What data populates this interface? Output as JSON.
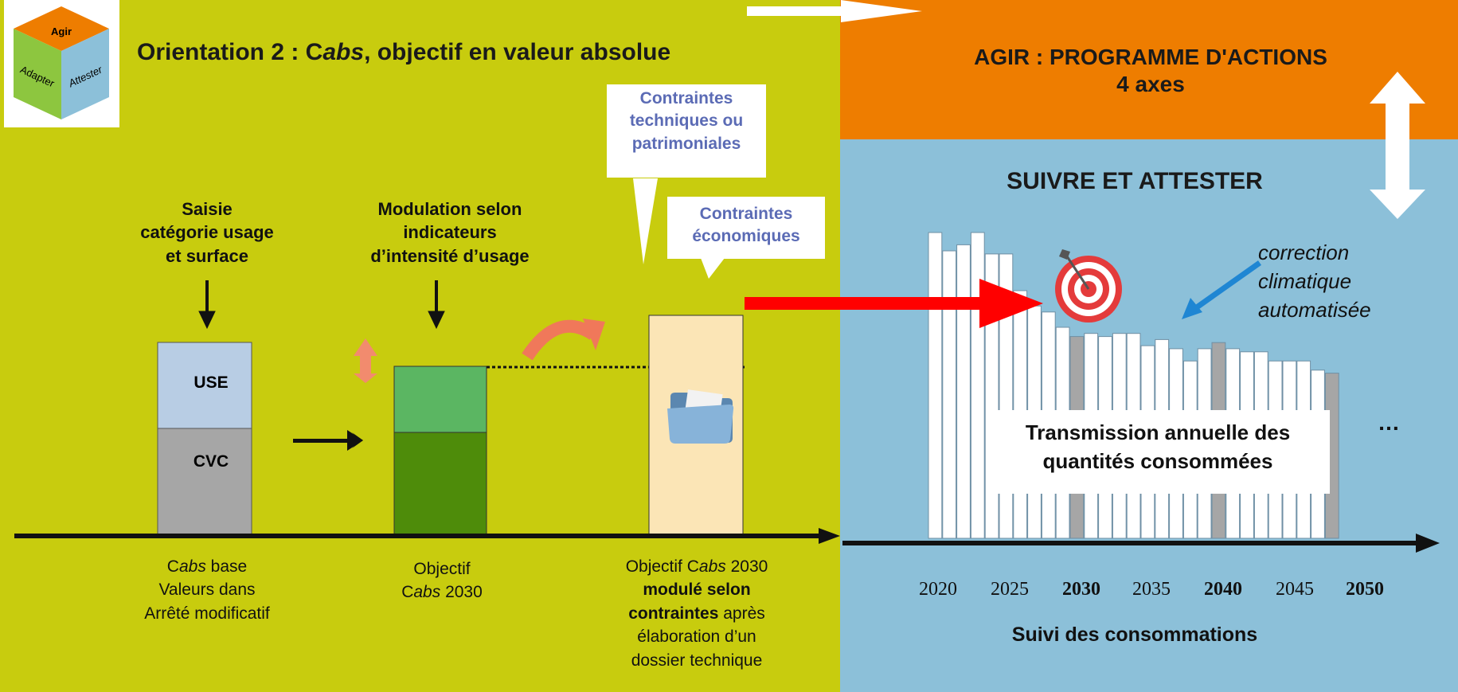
{
  "logo": {
    "top": "Agir",
    "left": "Adapter",
    "right": "Attester"
  },
  "title": "Orientation 2 : Cabs, objectif en valeur absolue",
  "title_parts": {
    "pre": "Orientation 2 : C",
    "ital": "abs",
    "post": ", objectif en valeur absolue"
  },
  "agir": {
    "line1": "AGIR : PROGRAMME D'ACTIONS",
    "line2": "4 axes"
  },
  "suivre": "SUIVRE ET ATTESTER",
  "step1": {
    "head": [
      "Saisie",
      "catégorie usage",
      "et surface"
    ],
    "use_label": "USE",
    "cvc_label": "CVC"
  },
  "step2": {
    "head": [
      "Modulation selon",
      "indicateurs",
      "d’intensité d’usage"
    ]
  },
  "bubbles": {
    "tech": [
      "Contraintes",
      "techniques ou",
      "patrimoniales"
    ],
    "eco": [
      "Contraintes",
      "économiques"
    ]
  },
  "captions": {
    "c1": {
      "l1_pre": "C",
      "l1_ital": "abs",
      "l1_post": " base",
      "l2": "Valeurs dans",
      "l3": "Arrêté modificatif"
    },
    "c2": {
      "l1": "Objectif",
      "l2_pre": "C",
      "l2_ital": "abs",
      "l2_post": " 2030"
    },
    "c3": {
      "l1_pre": "Objectif C",
      "l1_ital": "abs",
      "l1_post": " 2030",
      "l2": "modulé selon",
      "l3_bold": "contraintes",
      "l3_rest": " après",
      "l4": "élaboration d’un",
      "l5": "dossier technique"
    }
  },
  "correction": [
    "correction",
    "climatique",
    "automatisée"
  ],
  "transmission": [
    "Transmission annuelle des",
    "quantités consommées"
  ],
  "ellipsis": "…",
  "years": [
    "2020",
    "2025",
    "2030",
    "2035",
    "2040",
    "2045",
    "2050"
  ],
  "suivi": "Suivi des consommations",
  "chart_data": {
    "type": "bar",
    "values": [
      100,
      94,
      96,
      100,
      93,
      93,
      81,
      76,
      74,
      69,
      66,
      67,
      66,
      67,
      67,
      63,
      65,
      62,
      58,
      62,
      64,
      62,
      61,
      61,
      58,
      58,
      58,
      55,
      54
    ],
    "highlight_indices": [
      10,
      20,
      28
    ]
  },
  "colors": {
    "green": "#c8cc0e",
    "orange": "#ee7d00",
    "blue": "#8cc0d9",
    "use": "#b8cde4",
    "cvc": "#a6a6a6",
    "objective_light": "#5bb662",
    "objective_dark": "#4e8c0a",
    "modulated": "#fbe5b6",
    "red_arrow": "#ff0000",
    "blue_arrow": "#1f86d3"
  }
}
